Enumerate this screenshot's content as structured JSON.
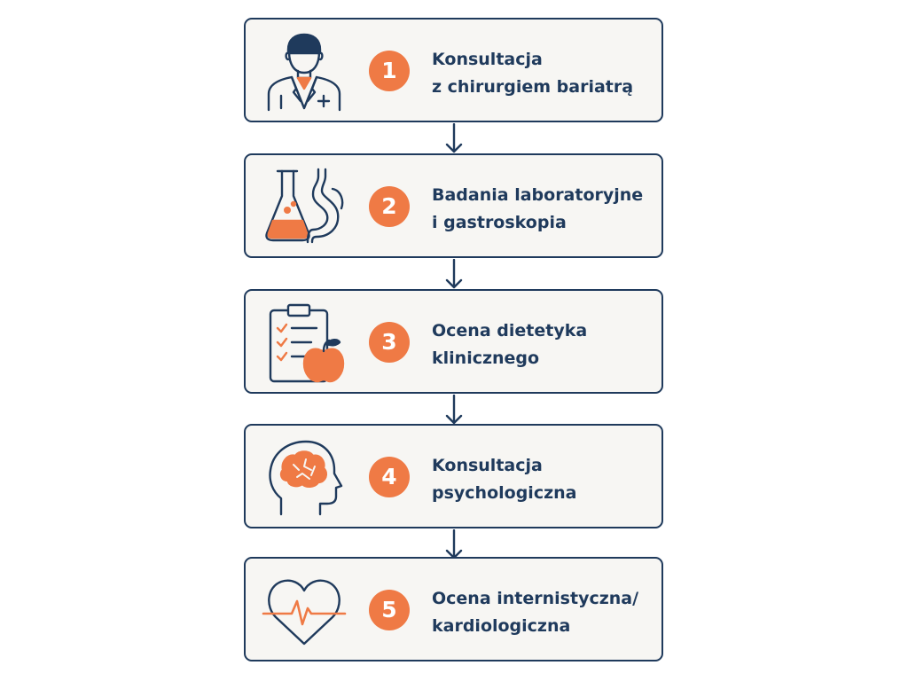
{
  "colors": {
    "navy": "#1f3a5c",
    "orange": "#ef7a45",
    "card_background": "#f7f6f3"
  },
  "steps": [
    {
      "number": "1",
      "line1": "Konsultacja",
      "line2": "z chirurgiem bariatrą",
      "icon": "doctor-icon"
    },
    {
      "number": "2",
      "line1": "Badania laboratoryjne",
      "line2": "i gastroskopia",
      "icon": "lab-flask-stomach-icon"
    },
    {
      "number": "3",
      "line1": "Ocena dietetyka",
      "line2": "klinicznego",
      "icon": "clipboard-apple-icon"
    },
    {
      "number": "4",
      "line1": "Konsultacja",
      "line2": "psychologiczna",
      "icon": "head-brain-icon"
    },
    {
      "number": "5",
      "line1": "Ocena internistyczna/",
      "line2": "kardiologiczna",
      "icon": "heart-pulse-icon"
    }
  ]
}
